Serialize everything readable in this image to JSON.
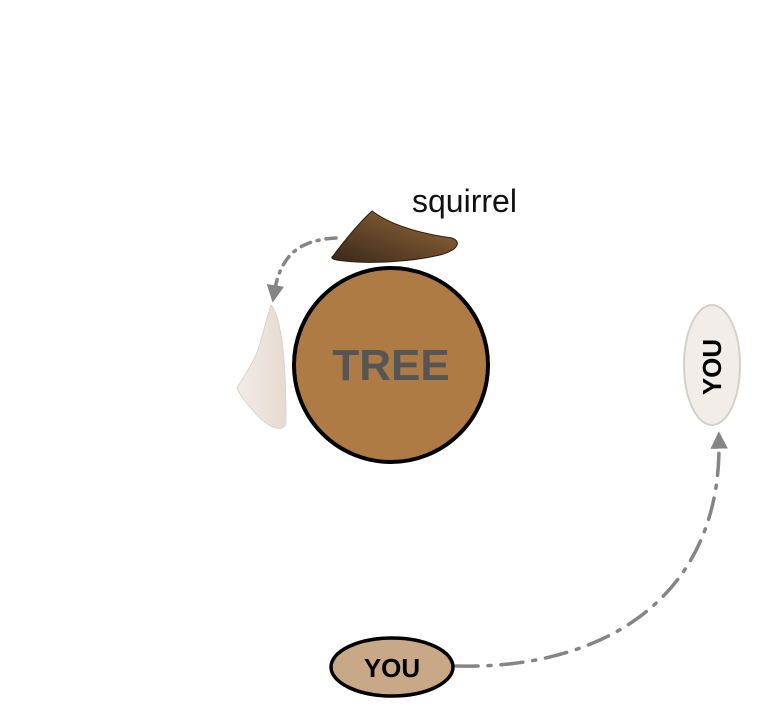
{
  "tree": {
    "label": "TREE",
    "fill": "#AE7B45",
    "stroke": "#000000"
  },
  "squirrel": {
    "label": "squirrel",
    "colors": [
      "#382818",
      "#9B6B3C"
    ],
    "ghost_colors": [
      "#E6DAD0",
      "#F2EDE8"
    ]
  },
  "you_start": {
    "label": "YOU",
    "fill": "#C8A886"
  },
  "you_end": {
    "label": "YOU",
    "fill": "#F2EDE8"
  },
  "arrows": {
    "color": "#858585"
  }
}
